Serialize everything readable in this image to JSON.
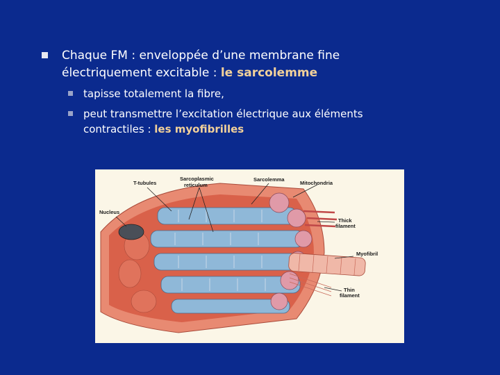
{
  "slide": {
    "main_bullet": {
      "line1": "Chaque FM : enveloppée d’une membrane fine",
      "line2_prefix": "électriquement excitable : ",
      "line2_highlight": "le sarcolemme"
    },
    "sub_bullets": [
      {
        "text": "tapisse totalement la fibre,"
      },
      {
        "line1": "peut transmettre l’excitation électrique aux éléments",
        "line2_prefix": "contractiles : ",
        "line2_highlight": "les myofibrilles"
      }
    ]
  },
  "figure": {
    "labels": {
      "t_tubules": "T-tubules",
      "sarcoplasmic_1": "Sarcoplasmic",
      "sarcoplasmic_2": "reticulum",
      "sarcolemma": "Sarcolemma",
      "mitochondria": "Mitochondria",
      "nucleus": "Nucleus",
      "thick_1": "Thick",
      "thick_2": "filament",
      "myofibril": "Myofibril",
      "thin_1": "Thin",
      "thin_2": "filament"
    }
  },
  "colors": {
    "background": "#0b2a8e",
    "highlight": "#f2d19a",
    "muscle_red": "#d9614a",
    "reticulum_blue": "#8fb8d8"
  }
}
